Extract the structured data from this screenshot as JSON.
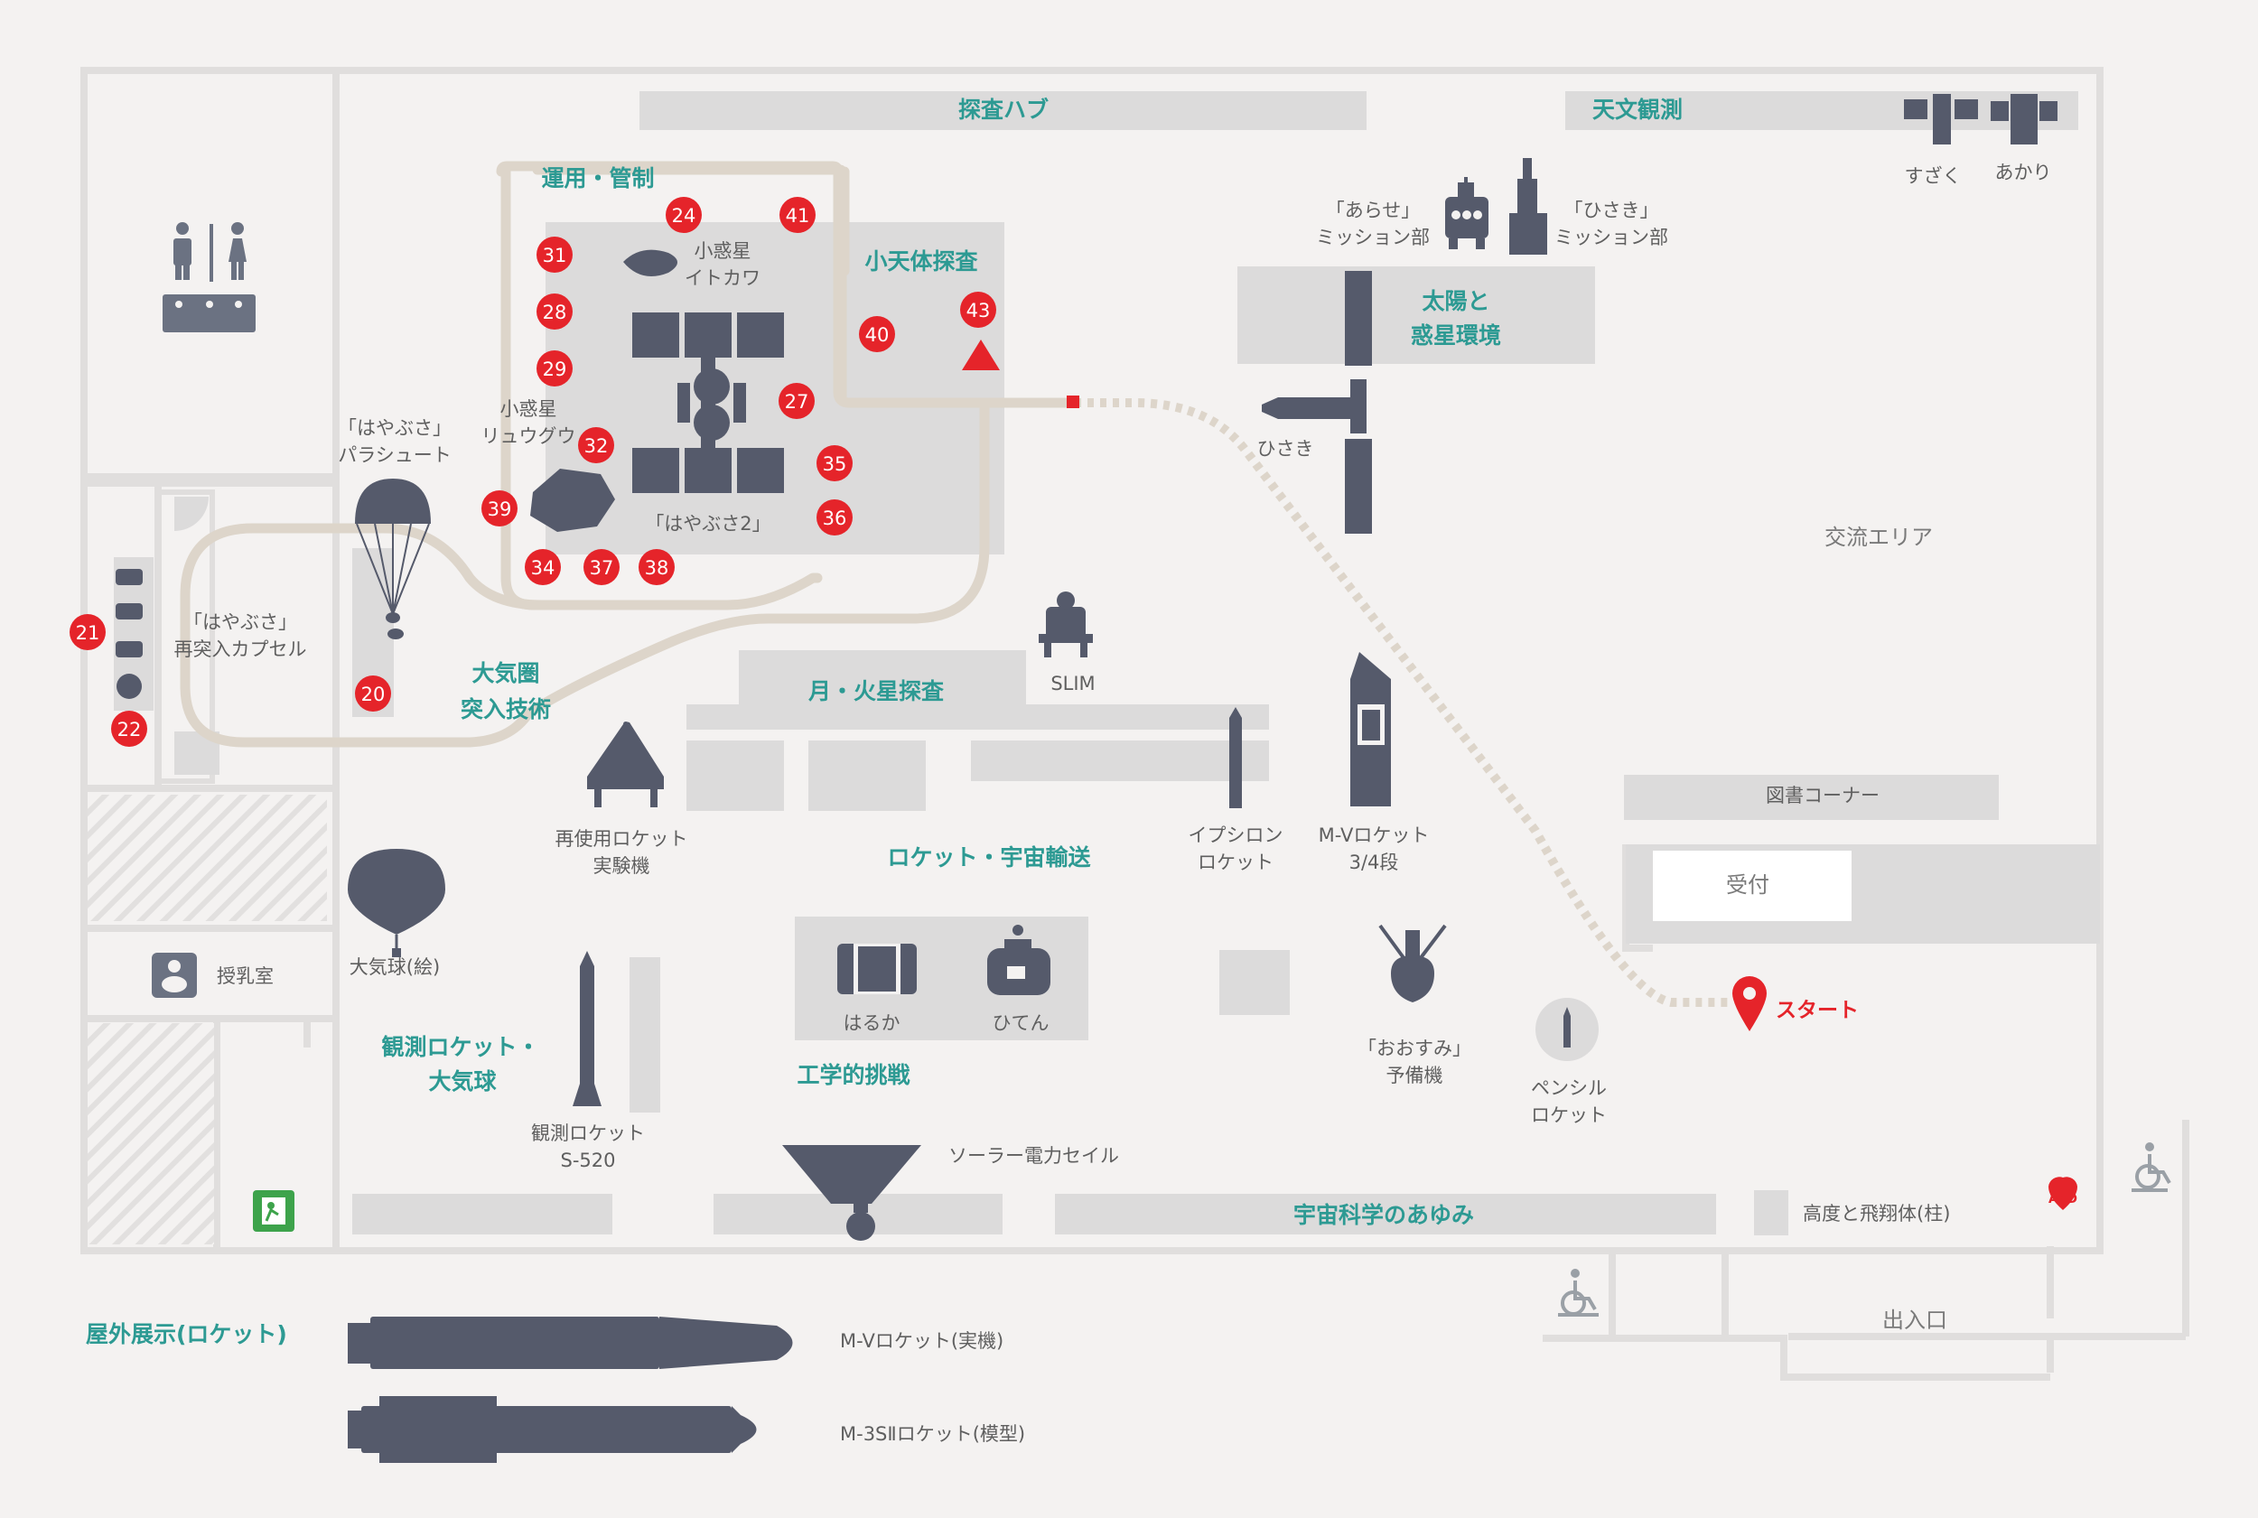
{
  "colors": {
    "background": "#f4f2f1",
    "wall": "#e0dedd",
    "exhibit": "#555a6b",
    "section": "#dcdbdb",
    "route_pink": "#ddd5ca",
    "marker_red": "#e5242a",
    "teal": "#2d9a93"
  },
  "sections": {
    "hub": "探査ハブ",
    "astronomy": "天文観測",
    "ops": "運用・管制",
    "small_body": "小天体探査",
    "solar": [
      "太陽と",
      "惑星環境"
    ],
    "exchange": "交流エリア",
    "atmos": [
      "大気圏",
      "突入技術"
    ],
    "moon_mars": "月・火星探査",
    "library": "図書コーナー",
    "reception": "受付",
    "rocket_transport": "ロケット・宇宙輸送",
    "sounding": [
      "観測ロケット・",
      "大気球"
    ],
    "engineering": "工学的挑戦",
    "history": "宇宙科学のあゆみ",
    "outdoor": "屋外展示(ロケット)",
    "entrance": "出入口",
    "nursing": "授乳室"
  },
  "exhibits": {
    "suzaku": "すざく",
    "akari": "あかり",
    "arase": [
      "「あらせ」",
      "ミッション部"
    ],
    "hisaki_mission": [
      "「ひさき」",
      "ミッション部"
    ],
    "itokawa": [
      "小惑星",
      "イトカワ"
    ],
    "ryugu": [
      "小惑星",
      "リュウグウ"
    ],
    "hayabusa2": "「はやぶさ2」",
    "parachute": [
      "「はやぶさ」",
      "パラシュート"
    ],
    "capsule": [
      "「はやぶさ」",
      "再突入カプセル"
    ],
    "hisaki": "ひさき",
    "slim": "SLIM",
    "reusable": [
      "再使用ロケット",
      "実験機"
    ],
    "epsilon": [
      "イプシロン",
      "ロケット"
    ],
    "mv": [
      "M-Vロケット",
      "3/4段"
    ],
    "balloon": "大気球(絵)",
    "haruka": "はるか",
    "hiten": "ひてん",
    "s520": [
      "観測ロケット",
      "S-520"
    ],
    "osumi": [
      "「おおすみ」",
      "予備機"
    ],
    "pencil": [
      "ペンシル",
      "ロケット"
    ],
    "solar_sail": "ソーラー電力セイル",
    "altitude": "高度と飛翔体(柱)",
    "mv_real": "M-Vロケット(実機)",
    "m3s": "M-3SⅡロケット(模型)"
  },
  "start_label": "スタート",
  "aed_label": "AED",
  "markers": [
    "24",
    "41",
    "31",
    "28",
    "29",
    "32",
    "39",
    "34",
    "37",
    "38",
    "40",
    "43",
    "27",
    "35",
    "36",
    "21",
    "22",
    "20"
  ]
}
